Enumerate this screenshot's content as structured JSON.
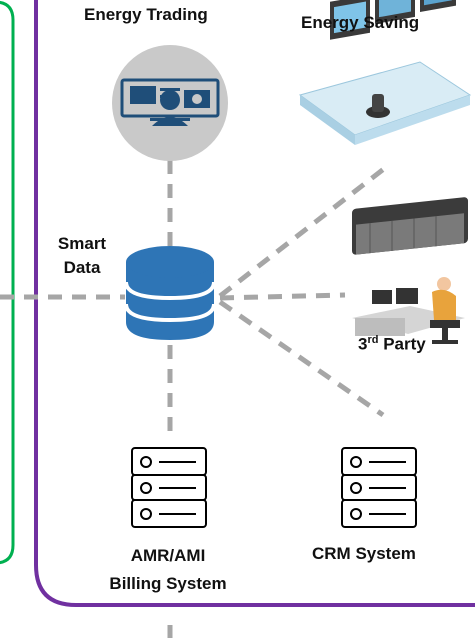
{
  "nodes": {
    "energy_trading": {
      "label": "Energy Trading"
    },
    "energy_saving": {
      "label": "Energy Saving"
    },
    "smart_data": {
      "label_line1": "Smart",
      "label_line2": "Data"
    },
    "third_party": {
      "label_prefix": "3",
      "label_sup": "rd",
      "label_suffix": " Party"
    },
    "amr_ami": {
      "label_line1": "AMR/AMI",
      "label_line2": "Billing System"
    },
    "crm": {
      "label": "CRM System"
    }
  },
  "colors": {
    "purple_border": "#7030a0",
    "green_border": "#00b050",
    "dash_gray": "#a6a6a6",
    "db_blue": "#2e75b6",
    "icon_circle": "#c9c9c9",
    "icon_blue": "#1f4e79"
  },
  "icons": {
    "energy_trading": "monitor-trader-icon",
    "energy_saving": "control-room-icon",
    "smart_data": "database-icon",
    "third_party": "operator-desk-icon",
    "amr_ami": "server-rack-icon",
    "crm": "server-rack-icon"
  }
}
